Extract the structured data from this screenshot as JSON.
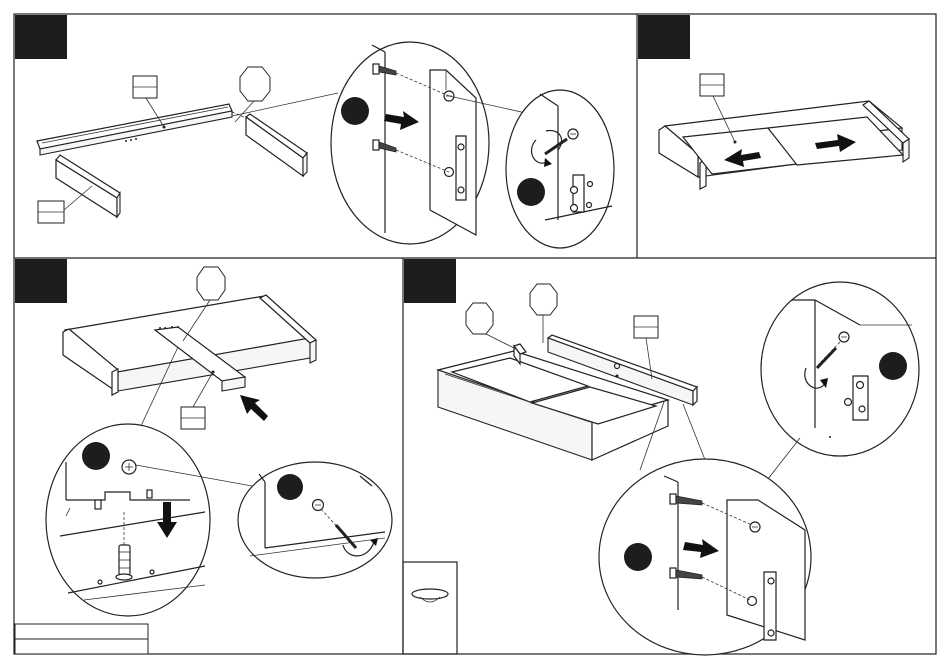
{
  "panels": [
    {
      "id": "panel-1",
      "caption": ""
    },
    {
      "id": "panel-2",
      "caption": ""
    },
    {
      "id": "panel-3",
      "caption": ""
    },
    {
      "id": "panel-4",
      "caption": ""
    }
  ],
  "colors": {
    "line": "#222222",
    "step_block": "#1f1c1c",
    "background": "#ffffff"
  },
  "icons": [
    "arrow-right-icon",
    "arrow-left-icon",
    "rotate-screwdriver-icon",
    "cam-bolt-icon",
    "dowel-icon",
    "cam-lock-icon"
  ]
}
